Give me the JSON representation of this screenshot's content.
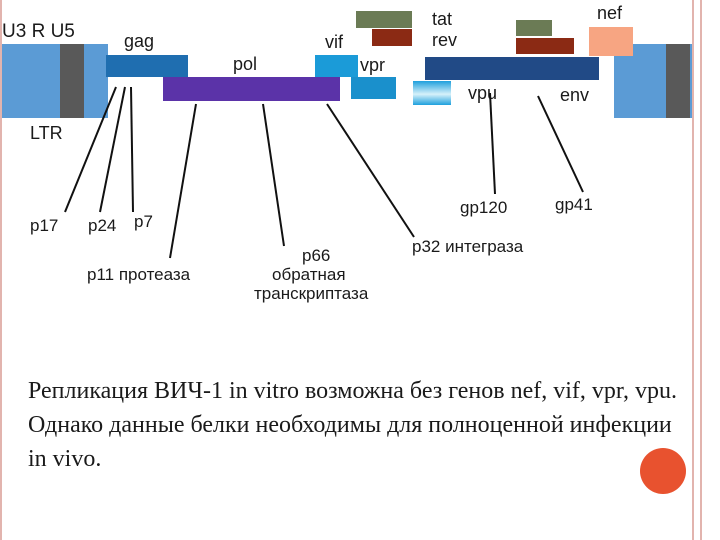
{
  "colors": {
    "ltr_light": "#5b9bd5",
    "ltr_dark": "#595959",
    "gag": "#1f6eb0",
    "pol": "#5b33a8",
    "vif": "#1b9bd8",
    "vpr": "#1a90cc",
    "tat_green": "#6b7b55",
    "rev_red": "#8b2a14",
    "env": "#214a86",
    "nef": "#f7a582",
    "vpu_top": "#1fa0dd",
    "vpu_bottom": "#d6f1fa",
    "accent_circle": "#e8522f",
    "frame": "#e2b4ae"
  },
  "genome": {
    "ltr_left_label": "U3 R U5",
    "gag": "gag",
    "pol": "pol",
    "vif": "vif",
    "vpr": "vpr",
    "tat": "tat",
    "rev": "rev",
    "vpu": "vpu",
    "env": "env",
    "nef": "nef",
    "ltr": "LTR"
  },
  "proteins": {
    "p17": "p17",
    "p24": "p24",
    "p7": "p7",
    "p11": "p11 протеаза",
    "p66_line1": "p66",
    "p66_line2": "обратная",
    "p66_line3": "транскриптаза",
    "p32": "p32 интеграза",
    "gp120": "gp120",
    "gp41": "gp41"
  },
  "caption": "Репликация ВИЧ-1 in vitro возможна без генов nef, vif, vpr, vpu. Однако данные белки необходимы для полноценной инфекции in vivo."
}
